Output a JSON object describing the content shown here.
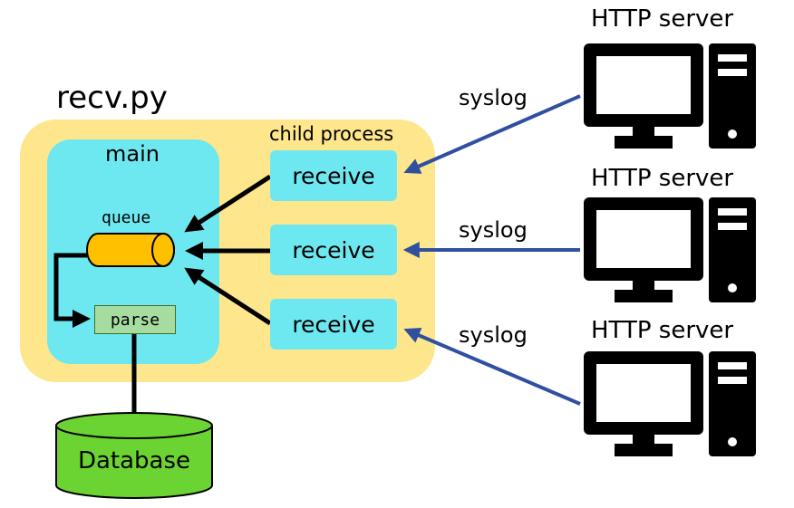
{
  "title": "recv.py",
  "main": {
    "label": "main",
    "queue_label": "queue",
    "parse_label": "parse"
  },
  "child": {
    "label": "child process",
    "receivers": [
      {
        "label": "receive"
      },
      {
        "label": "receive"
      },
      {
        "label": "receive"
      }
    ]
  },
  "database": {
    "label": "Database"
  },
  "servers": [
    {
      "label": "HTTP server",
      "link_label": "syslog"
    },
    {
      "label": "HTTP server",
      "link_label": "syslog"
    },
    {
      "label": "HTTP server",
      "link_label": "syslog"
    }
  ],
  "colors": {
    "outer": "#fde68c",
    "main": "#6ee8f0",
    "receive": "#6ee8f0",
    "queue": "#ffc000",
    "parse": "#a6dca0",
    "database": "#6cd432",
    "syslog_arrow": "#2f4f9f",
    "internal_arrow": "#000000",
    "server_icon": "#000000"
  },
  "icons": {
    "server": "desktop-computer-tower-icon",
    "database": "database-cylinder-icon",
    "queue": "queue-cylinder-icon"
  }
}
